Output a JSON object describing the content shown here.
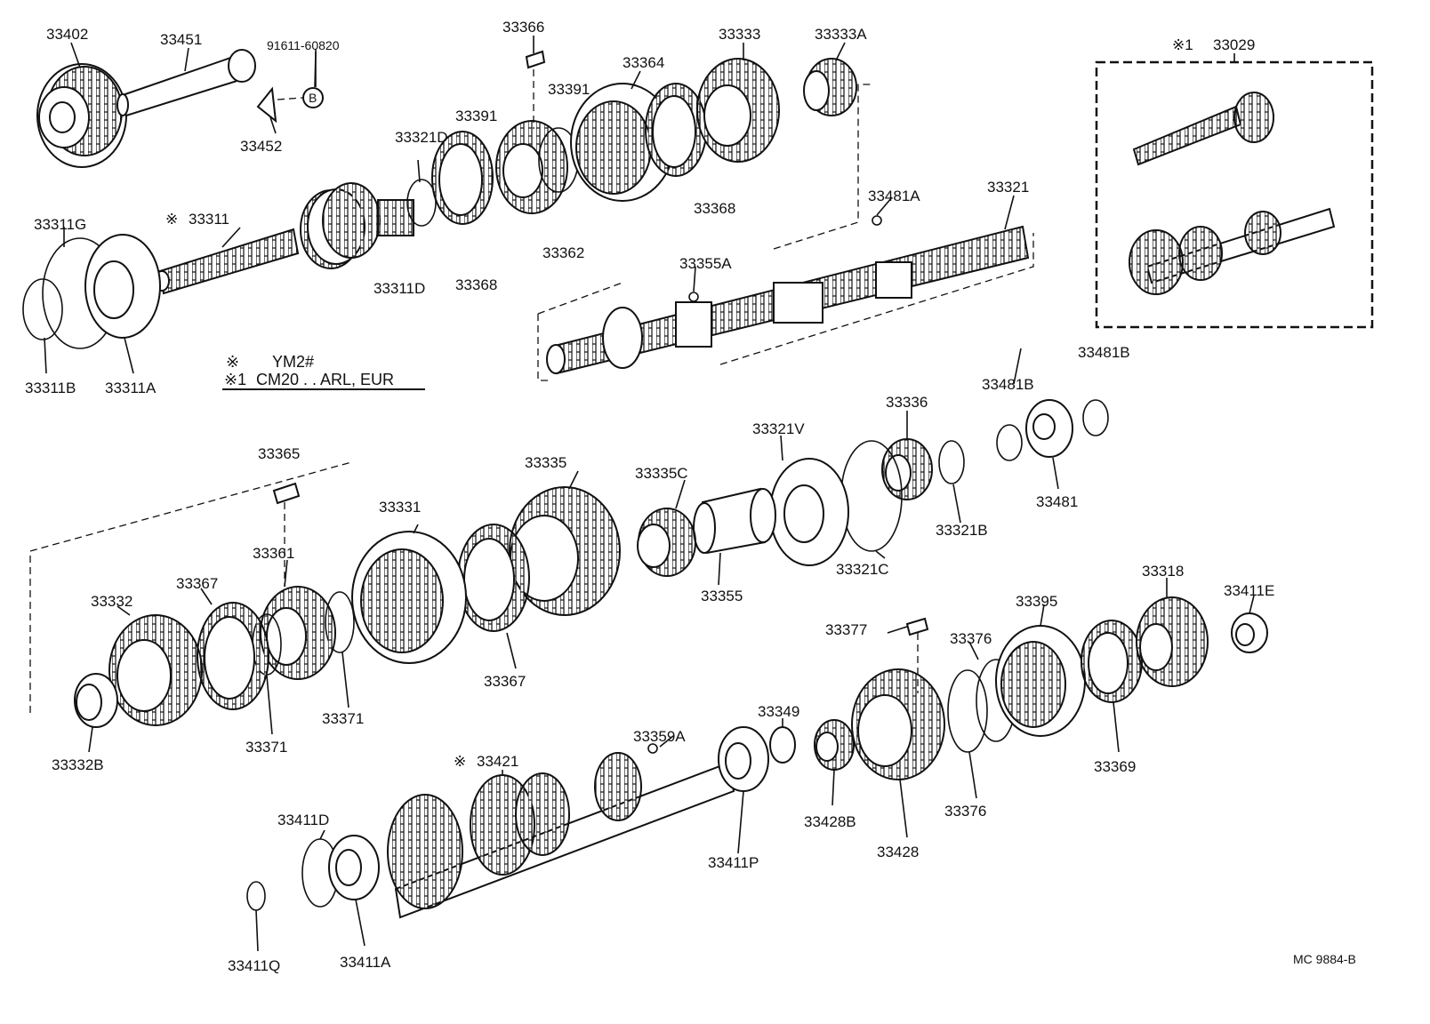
{
  "diagram": {
    "part_numbers": {
      "p33402": "33402",
      "p33451": "33451",
      "p91611": "91611-60820",
      "p33452": "33452",
      "callout_b": "B",
      "p33366": "33366",
      "p33364": "33364",
      "p33333": "33333",
      "p33333A": "33333A",
      "p33391a": "33391",
      "p33391b": "33391",
      "p33321D": "33321D",
      "p33368a": "33368",
      "p33368b": "33368",
      "p33362": "33362",
      "p33311G": "33311G",
      "p33311": "33311",
      "p33311D": "33311D",
      "p33311B": "33311B",
      "p33311A": "33311A",
      "p33481A": "33481A",
      "p33321": "33321",
      "p33355A": "33355A",
      "p33029": "33029",
      "p33481Ba": "33481B",
      "p33481Bb": "33481B",
      "p33481": "33481",
      "p33336": "33336",
      "p33321V": "33321V",
      "p33321B": "33321B",
      "p33321C": "33321C",
      "p33335C": "33335C",
      "p33335": "33335",
      "p33355": "33355",
      "p33365": "33365",
      "p33331": "33331",
      "p33361": "33361",
      "p33367a": "33367",
      "p33367b": "33367",
      "p33332": "33332",
      "p33332B": "33332B",
      "p33371a": "33371",
      "p33371b": "33371",
      "p33377": "33377",
      "p33376a": "33376",
      "p33376b": "33376",
      "p33395": "33395",
      "p33318": "33318",
      "p33411E": "33411E",
      "p33369": "33369",
      "p33349": "33349",
      "p33359A": "33359A",
      "p33421": "33421",
      "p33428B": "33428B",
      "p33428": "33428",
      "p33411P": "33411P",
      "p33411D": "33411D",
      "p33411A": "33411A",
      "p33411Q": "33411Q"
    },
    "marks": {
      "star_33311": "※",
      "star_33421": "※",
      "star1_33029": "※1"
    },
    "legend": {
      "line1_mark": "※",
      "line1_text": "YM2#",
      "line2_mark": "※1",
      "line2_text": "CM20 . . ARL, EUR"
    },
    "figure_code": "MC  9884-B"
  }
}
